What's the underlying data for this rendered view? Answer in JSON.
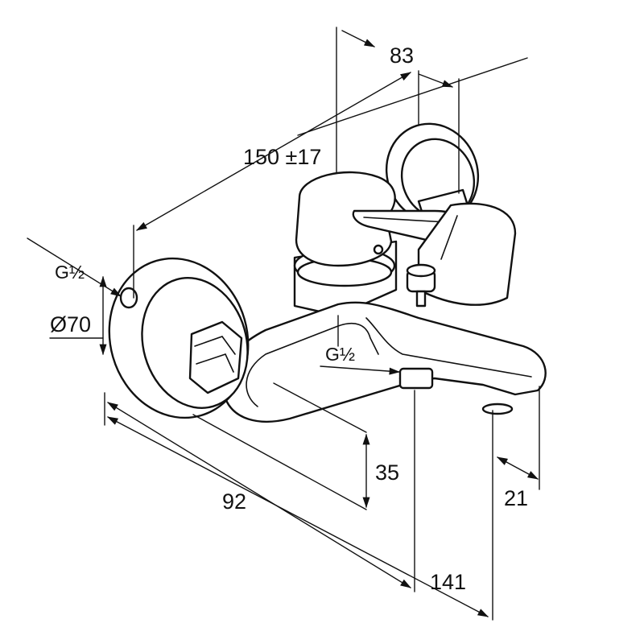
{
  "dimensions": {
    "width_83": "83",
    "length_150": "150 ±17",
    "thread_left": "G½",
    "diameter_70": "Ø70",
    "thread_spout": "G½",
    "height_35": "35",
    "depth_92": "92",
    "depth_141": "141",
    "spout_21": "21"
  },
  "colors": {
    "line": "#111111",
    "background": "#ffffff"
  }
}
